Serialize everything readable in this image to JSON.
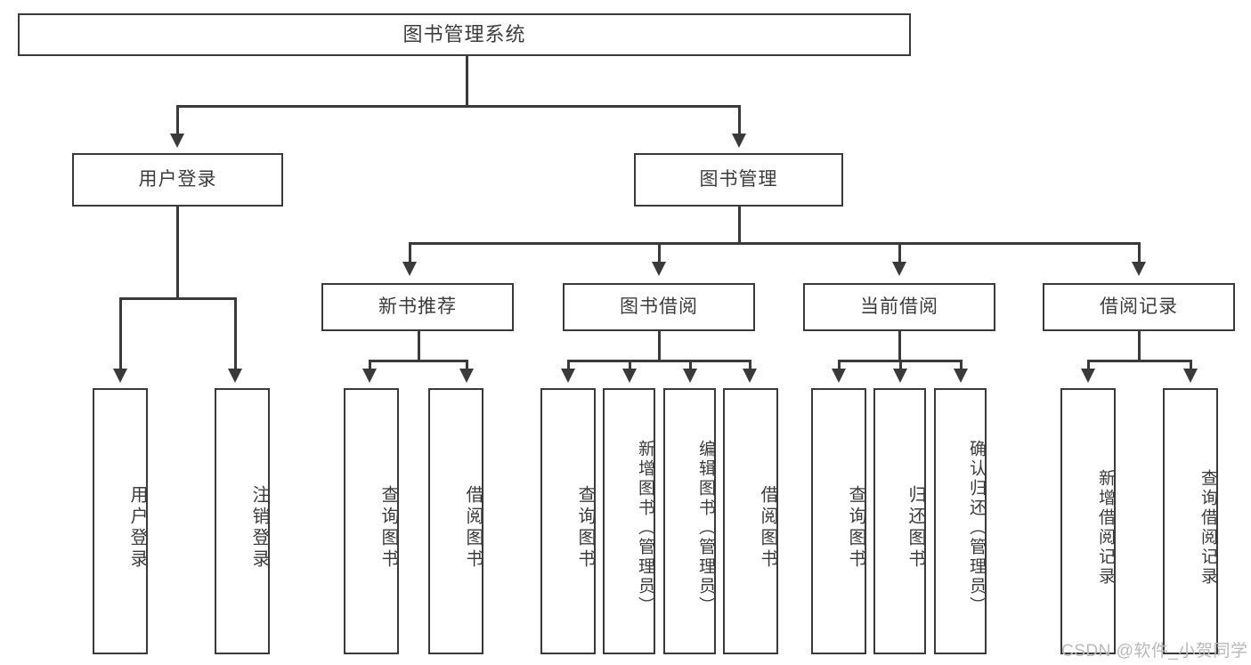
{
  "diagram": {
    "title": "图书管理系统",
    "type": "tree-hierarchy-diagram",
    "root": {
      "label": "图书管理系统"
    },
    "level1": [
      {
        "label": "用户登录"
      },
      {
        "label": "图书管理"
      }
    ],
    "level2": [
      {
        "label": "新书推荐"
      },
      {
        "label": "图书借阅"
      },
      {
        "label": "当前借阅"
      },
      {
        "label": "借阅记录"
      }
    ],
    "leaves": {
      "user_login": [
        {
          "label": "用户登录"
        },
        {
          "label": "注销登录"
        }
      ],
      "new_book_recommend": [
        {
          "label": "查询图书"
        },
        {
          "label": "借阅图书"
        }
      ],
      "book_borrow": [
        {
          "label": "查询图书"
        },
        {
          "label": "新增图书（管理员）"
        },
        {
          "label": "编辑图书（管理员）"
        },
        {
          "label": "借阅图书"
        }
      ],
      "current_borrow": [
        {
          "label": "查询图书"
        },
        {
          "label": "归还图书"
        },
        {
          "label": "确认归还（管理员）"
        }
      ],
      "borrow_record": [
        {
          "label": "新增借阅记录"
        },
        {
          "label": "查询借阅记录"
        }
      ]
    }
  },
  "watermark": {
    "text": "CSDN @软件_小贺同学"
  },
  "colors": {
    "stroke": "#3a3a3a",
    "text": "#3c3c3c",
    "background": "#ffffff",
    "watermark": "#b9b9b9"
  }
}
